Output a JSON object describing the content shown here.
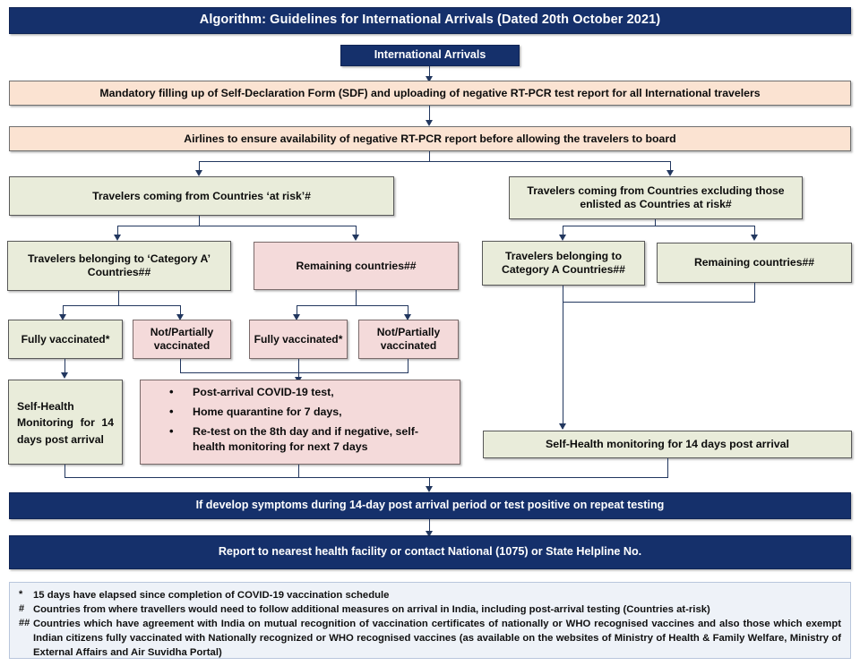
{
  "title_bar": {
    "text": "Algorithm: Guidelines for International Arrivals (Dated 20th October 2021)"
  },
  "nodes": {
    "international_arrivals": "International Arrivals",
    "sdf": "Mandatory filling up of Self-Declaration Form (SDF) and uploading of negative RT-PCR test report for all International  travelers",
    "airlines": "Airlines to ensure availability of negative RT-PCR report before allowing the travelers to board",
    "at_risk": "Travelers coming from Countries ‘at risk’#",
    "excluding_at_risk": "Travelers coming from Countries excluding those enlisted as Countries at risk#",
    "cat_a_left": "Travelers belonging to ‘Category A’ Countries##",
    "remaining_left": "Remaining countries##",
    "cat_a_right": "Travelers belonging to Category A Countries##",
    "remaining_right": "Remaining countries##",
    "fully_vax_1": "Fully vaccinated*",
    "not_partial_1": "Not/Partially vaccinated",
    "fully_vax_2": "Fully vaccinated*",
    "not_partial_2": "Not/Partially vaccinated",
    "shm_left": "Self-Health Monitoring for 14 days post arrival",
    "shm_right": "Self-Health monitoring for 14 days post arrival",
    "bullets": [
      "Post-arrival COVID-19 test,",
      "Home quarantine for 7 days,",
      "Re-test on the 8th day and if negative, self-health monitoring for next 7 days"
    ],
    "symptoms": "If develop symptoms during 14-day post arrival period or test positive on repeat testing",
    "report": "Report to nearest health facility or contact National (1075) or State Helpline No."
  },
  "footnotes": [
    {
      "mark": "*",
      "text": "15 days have elapsed since completion of COVID-19 vaccination schedule"
    },
    {
      "mark": "#",
      "text": "Countries from where travellers would need to follow additional measures on arrival in India, including post-arrival testing (Countries at-risk)"
    },
    {
      "mark": "##",
      "text": "Countries which have agreement with India on mutual recognition of vaccination certificates of nationally or WHO recognised vaccines and also those which exempt Indian citizens fully vaccinated with Nationally recognized or WHO recognised vaccines (as available on the websites of Ministry of Health & Family Welfare, Ministry of External Affairs and Air Suvidha Portal)"
    }
  ],
  "colors": {
    "navy": "#15306b",
    "peach": "#fbe3d2",
    "olive": "#e9ecda",
    "pink": "#f4dada",
    "connector": "#22375f",
    "note_panel": "#eef2f8"
  }
}
